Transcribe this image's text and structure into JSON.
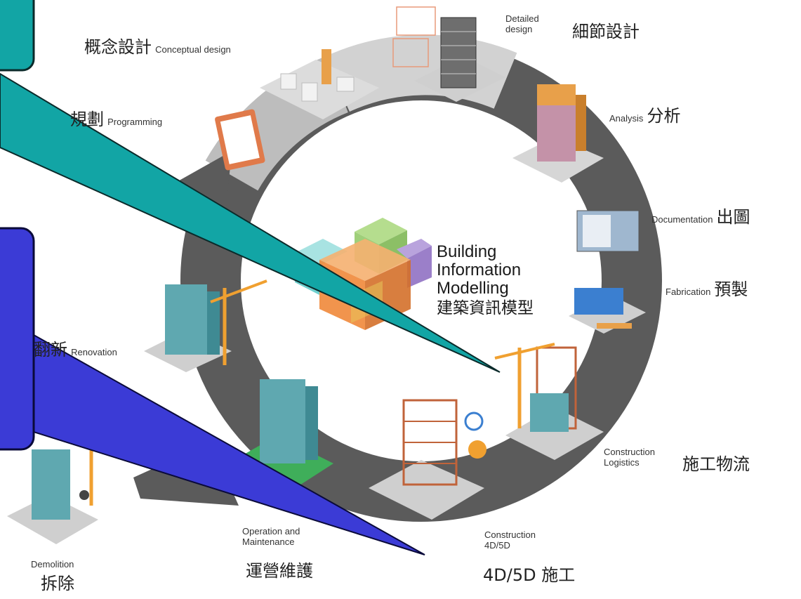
{
  "center": {
    "line1": "Building",
    "line2": "Information",
    "line3": "Modelling",
    "zh": "建築資訊模型"
  },
  "stages": {
    "conceptual": {
      "zh": "概念設計",
      "en": "Conceptual design"
    },
    "detailed": {
      "en_line1": "Detailed",
      "en_line2": "design",
      "zh": "細節設計"
    },
    "programming": {
      "zh": "規劃",
      "en": "Programming"
    },
    "analysis": {
      "en": "Analysis",
      "zh": "分析"
    },
    "documentation": {
      "en": "Documentation",
      "zh": "出圖"
    },
    "fabrication": {
      "en": "Fabrication",
      "zh": "預製"
    },
    "renovation": {
      "zh": "翻新",
      "en": "Renovation"
    },
    "logistics": {
      "en_line1": "Construction",
      "en_line2": "Logistics",
      "zh": "施工物流"
    },
    "operation": {
      "en_line1": "Operation and",
      "en_line2": "Maintenance",
      "zh": "運營維護"
    },
    "construction4d": {
      "en_line1": "Construction",
      "en_line2": "4D/5D",
      "zh": "4D/5D 施工"
    },
    "demolition": {
      "en": "Demolition",
      "zh": "拆除"
    }
  },
  "colors": {
    "ring": "#5b5b5b",
    "ring_light": "#c9c9c9",
    "callout_teal": "#12a5a5",
    "callout_blue": "#3b3bd6",
    "cube_green": "#9fcf7a",
    "cube_teal": "#6fd0cf",
    "cube_purple": "#9b7fc9",
    "cube_orange": "#f0883a",
    "cube_yellow": "#e8c55a",
    "building_glass": "#5fa8b0",
    "building_orange": "#e8a04a",
    "crane_orange": "#f0a030"
  }
}
